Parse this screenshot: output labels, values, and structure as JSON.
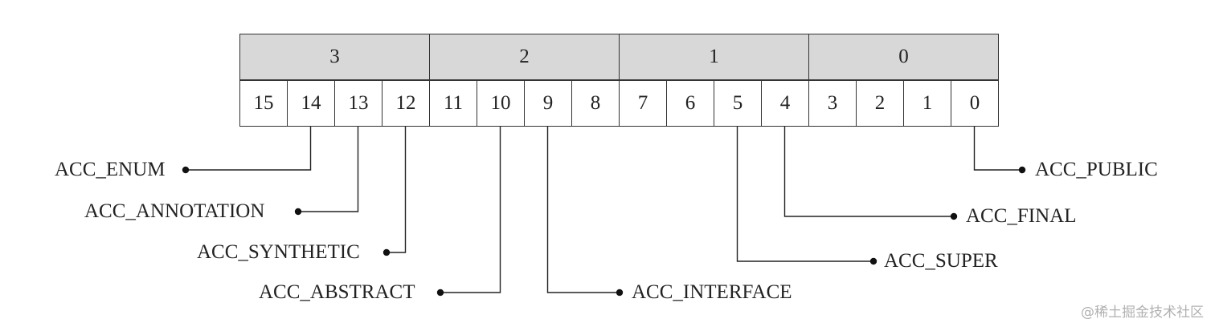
{
  "bytes": [
    "3",
    "2",
    "1",
    "0"
  ],
  "bits": [
    "15",
    "14",
    "13",
    "12",
    "11",
    "10",
    "9",
    "8",
    "7",
    "6",
    "5",
    "4",
    "3",
    "2",
    "1",
    "0"
  ],
  "flags": [
    {
      "name": "ACC_ENUM",
      "bit": 14,
      "side": "left"
    },
    {
      "name": "ACC_ANNOTATION",
      "bit": 13,
      "side": "left"
    },
    {
      "name": "ACC_SYNTHETIC",
      "bit": 12,
      "side": "left"
    },
    {
      "name": "ACC_ABSTRACT",
      "bit": 10,
      "side": "left"
    },
    {
      "name": "ACC_INTERFACE",
      "bit": 9,
      "side": "right"
    },
    {
      "name": "ACC_SUPER",
      "bit": 5,
      "side": "right"
    },
    {
      "name": "ACC_FINAL",
      "bit": 4,
      "side": "right"
    },
    {
      "name": "ACC_PUBLIC",
      "bit": 0,
      "side": "right"
    }
  ],
  "watermark": "@稀土掘金技术社区"
}
